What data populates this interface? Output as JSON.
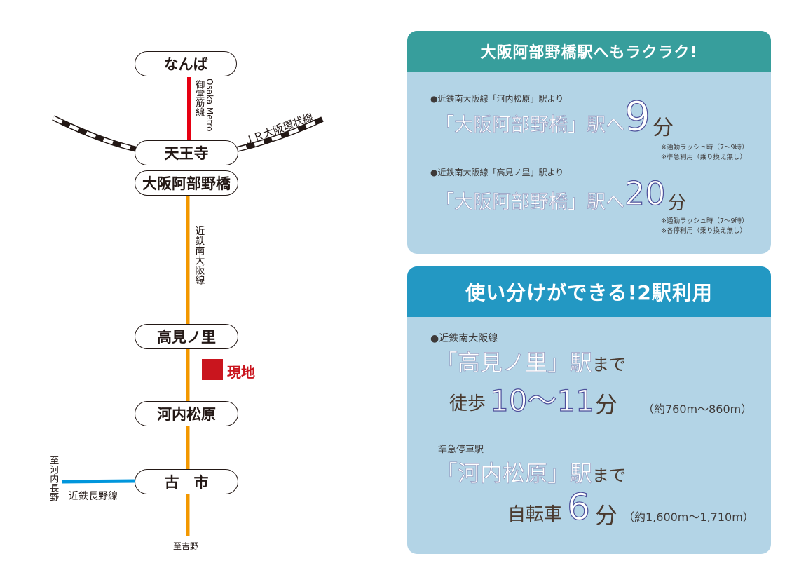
{
  "map": {
    "stations": [
      "なんば",
      "天王寺",
      "大阪阿部野橋",
      "高見ノ里",
      "河内松原",
      "古　市"
    ],
    "lines": {
      "metro": "Osaka Metro",
      "metro_name": "御堂筋線",
      "jr": "ＪＲ大阪環状線",
      "kintetsu_minami_osaka": "近鉄南大阪線",
      "kintetsu_nagano": "近鉄長野線",
      "to_kawachinagano": "至河内長野",
      "to_yoshino": "至吉野"
    },
    "site_label": "現地",
    "colors": {
      "metro": "#e60012",
      "kintetsu": "#f39800",
      "nagano": "#0096dc",
      "site": "#c9151e"
    }
  },
  "panel1": {
    "title": "大阪阿部野橋駅へもラクラク!",
    "routes": [
      {
        "from": "●近鉄南大阪線「河内松原」駅より",
        "dest": "「大阪阿部野橋」駅へ",
        "minutes": "9",
        "unit": "分",
        "notes": [
          "※通勤ラッシュ時（7〜9時）",
          "※準急利用（乗り換え無し）"
        ]
      },
      {
        "from": "●近鉄南大阪線「高見ノ里」駅より",
        "dest": "「大阪阿部野橋」駅へ",
        "minutes": "20",
        "unit": "分",
        "notes": [
          "※通勤ラッシュ時（7〜9時）",
          "※各停利用（乗り換え無し）"
        ]
      }
    ],
    "colors": {
      "header": "#379e9c",
      "body": "#b3d4e6"
    }
  },
  "panel2": {
    "title": "使い分けができる!2駅利用",
    "a": {
      "line": "●近鉄南大阪線",
      "station": "「高見ノ里」駅",
      "made": "まで",
      "mode": "徒歩",
      "time": "10〜11",
      "unit": "分",
      "dist": "（約760m〜860m）"
    },
    "b": {
      "line": "準急停車駅",
      "station": "「河内松原」駅",
      "made": "まで",
      "mode": "自転車",
      "time": "6",
      "unit": "分",
      "dist": "（約1,600m〜1,710m）"
    },
    "colors": {
      "header": "#2398c3"
    }
  }
}
